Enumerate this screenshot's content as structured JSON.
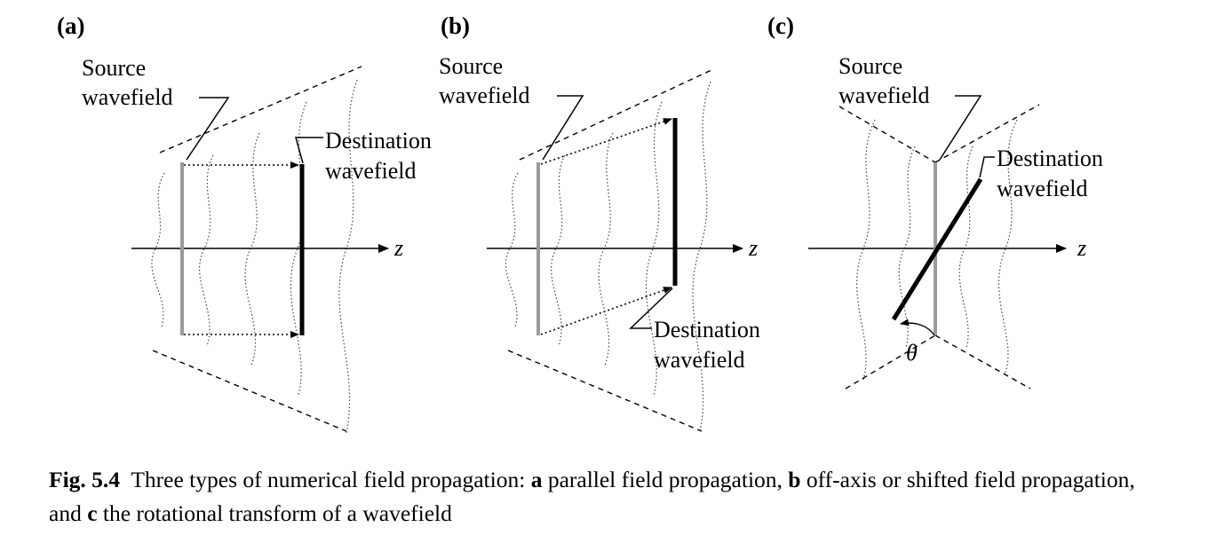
{
  "panels": [
    {
      "tag": "(a)",
      "source_line1": "Source",
      "source_line2": "wavefield",
      "dest_line1": "Destination",
      "dest_line2": "wavefield",
      "axis_label": "z"
    },
    {
      "tag": "(b)",
      "source_line1": "Source",
      "source_line2": "wavefield",
      "dest_line1": "Destination",
      "dest_line2": "wavefield",
      "axis_label": "z"
    },
    {
      "tag": "(c)",
      "source_line1": "Source",
      "source_line2": "wavefield",
      "dest_line1": "Destination",
      "dest_line2": "wavefield",
      "axis_label": "z",
      "angle_label": "θ"
    }
  ],
  "caption": {
    "fig_label": "Fig. 5.4",
    "part1": "Three types of numerical field propagation:",
    "a_label": "a",
    "a_text": "parallel field propagation,",
    "b_label": "b",
    "b_text": "off-axis or shifted field propagation, and",
    "c_label": "c",
    "c_text": "the rotational transform of a wavefield"
  }
}
